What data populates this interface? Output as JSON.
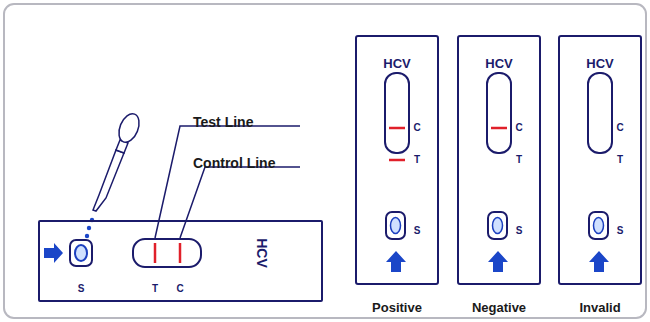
{
  "diagram": {
    "nodes": [
      {
        "text": [
          "S",
          "T",
          "C",
          "HCV"
        ]
      },
      {
        "text": [
          "HCV",
          "C",
          "T",
          "S"
        ]
      },
      {
        "text": [
          "HCV",
          "C",
          "T",
          "S"
        ]
      },
      {
        "text": [
          "HCV",
          "C",
          "T",
          "S"
        ]
      }
    ],
    "labels": [
      "Test Line",
      "Control Line",
      "Positive",
      "Negative",
      "Invalid"
    ]
  }
}
